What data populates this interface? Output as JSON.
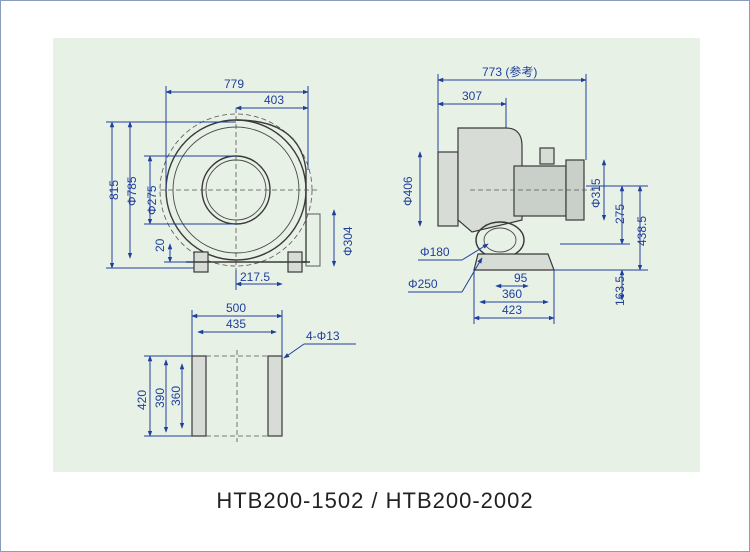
{
  "model_caption": "HTB200-1502  /  HTB200-2002",
  "dimensions": {
    "front": {
      "width_total": "779",
      "half_width": "403",
      "height_total": "815",
      "dia_housing": "Φ785",
      "dia_inlet": "Φ275",
      "base_offset": "20",
      "outlet_dia": "Φ304",
      "base_width": "217.5"
    },
    "side": {
      "length_ref": "773 (参考)",
      "inlet_depth": "307",
      "dia_inlet": "Φ406",
      "dia_motor": "Φ315",
      "height_a": "275",
      "height_b": "438.5",
      "height_base": "163.5",
      "dia_outlet_inner": "Φ180",
      "dia_outlet_outer": "Φ250",
      "base_a": "95",
      "base_b": "360",
      "base_c": "423"
    },
    "base": {
      "width_outer": "500",
      "width_inner": "435",
      "holes": "4-Φ13",
      "depth_outer": "420",
      "depth_mid": "390",
      "depth_inner": "360"
    }
  },
  "colors": {
    "background": "#e8f1e6",
    "dimension": "#1f3f9c",
    "part": "#3a3a3a"
  }
}
